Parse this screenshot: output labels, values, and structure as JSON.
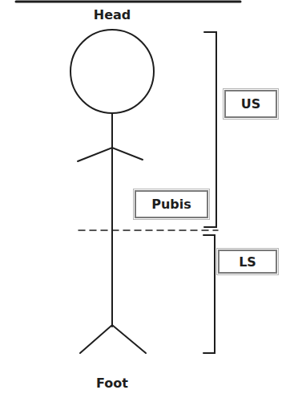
{
  "diagram": {
    "nodes": [
      {
        "text": [
          "US"
        ]
      },
      {
        "text": [
          "Pubis"
        ]
      },
      {
        "text": [
          "LS"
        ]
      }
    ],
    "labels": [
      "Head",
      "Foot"
    ]
  }
}
